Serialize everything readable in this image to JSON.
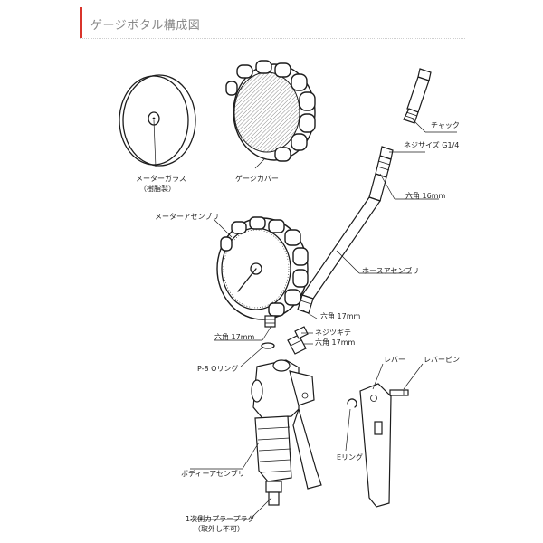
{
  "header": {
    "title": "ゲージボタル構成図"
  },
  "labels": {
    "meter_glass": "メーターガラス",
    "meter_glass_note": "（樹脂製）",
    "gauge_cover": "ゲージカバー",
    "chuck": "チャック",
    "thread_size": "ネジサイズ G1/4",
    "hex16": "六角 16mm",
    "meter_assembly": "メーターアセンブリ",
    "hose_assembly": "ホースアセンブリ",
    "hex17_hose": "六角 17mm",
    "hex17_meter": "六角 17mm",
    "threaded_fitting": "ネジツギテ",
    "hex17_fitting": "六角 17mm",
    "p8_oring": "P-8 Oリング",
    "lever": "レバー",
    "lever_pin": "レバーピン",
    "e_ring": "Eリング",
    "body_assembly": "ボディーアセンブリ",
    "coupler_plug": "1次側カプラープラグ",
    "coupler_plug_note": "（取外し不可）"
  },
  "colors": {
    "accent": "#d9342b",
    "ink": "#1c1c1c"
  }
}
